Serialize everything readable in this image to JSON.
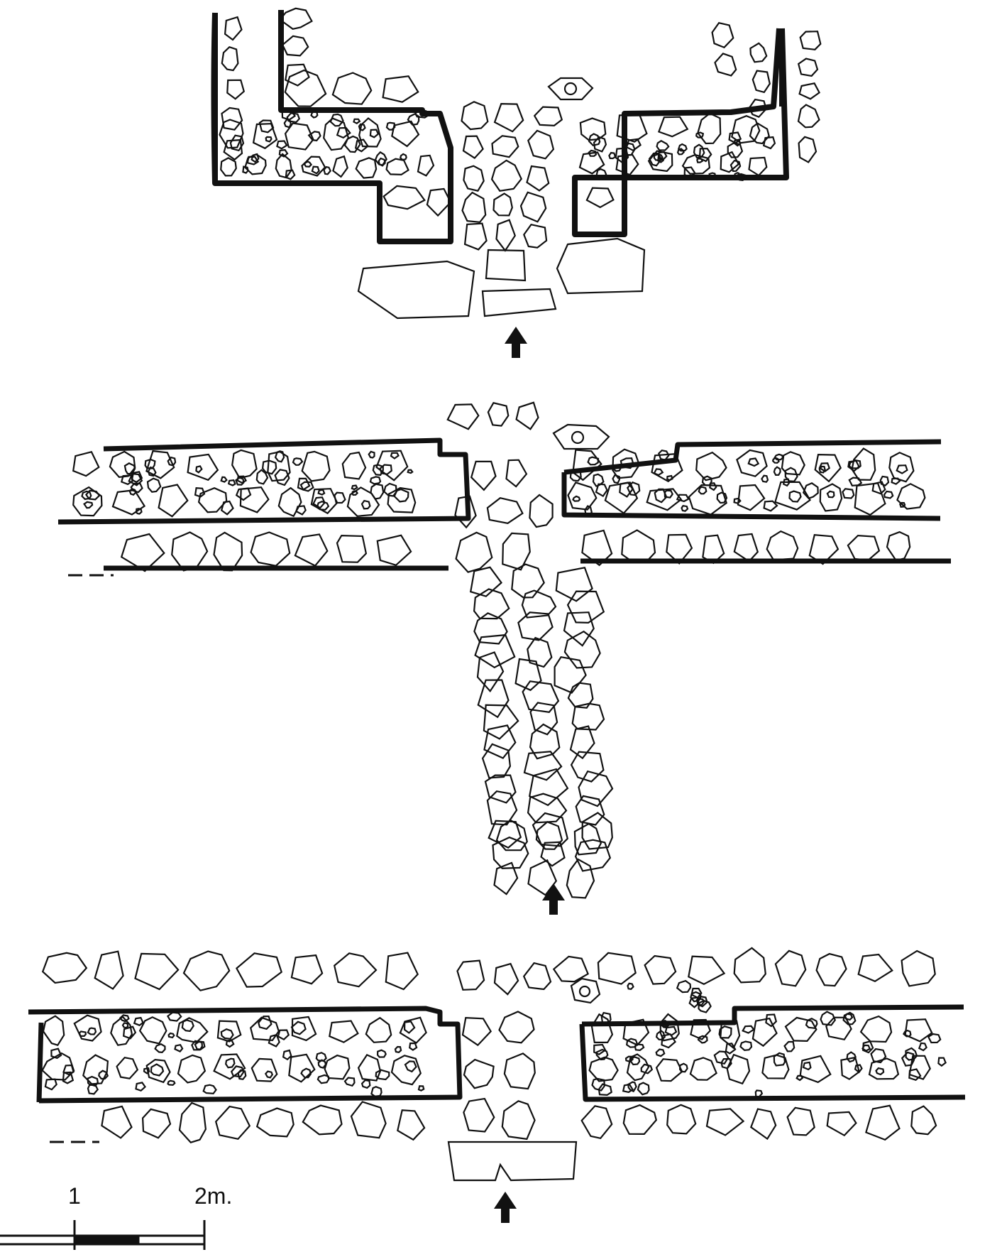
{
  "scale_bar": {
    "labels": [
      "1",
      "2m."
    ]
  },
  "colors": {
    "ink": "#111111",
    "background": "#ffffff"
  },
  "plans": [
    {
      "name": "gate-plan-upper",
      "has_arrow": true
    },
    {
      "name": "gate-plan-middle",
      "has_arrow": true
    },
    {
      "name": "gate-plan-lower",
      "has_arrow": true
    }
  ]
}
